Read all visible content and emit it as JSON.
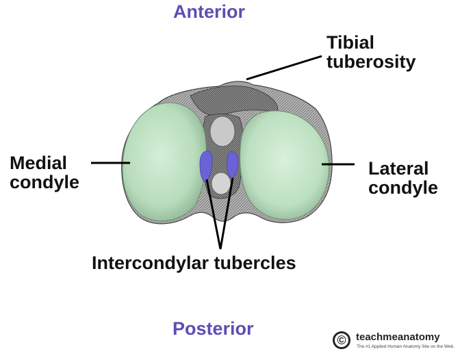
{
  "orientation": {
    "anterior": "Anterior",
    "posterior": "Posterior",
    "color": "#5b4fb3"
  },
  "labels": {
    "tibial_tuberosity": [
      "Tibial",
      "tuberosity"
    ],
    "medial_condyle": [
      "Medial",
      "condyle"
    ],
    "lateral_condyle": [
      "Lateral",
      "condyle"
    ],
    "intercondylar_tubercles": "Intercondylar tubercles"
  },
  "colors": {
    "condyle_fill": "#bfe3c4",
    "tubercle_fill": "#6a63d8",
    "bone_gray": "#9a9a9a"
  },
  "logo": {
    "symbol": "©",
    "name": "teachmeanatomy",
    "tagline": "The #1 Applied Human Anatomy Site on the Web."
  }
}
